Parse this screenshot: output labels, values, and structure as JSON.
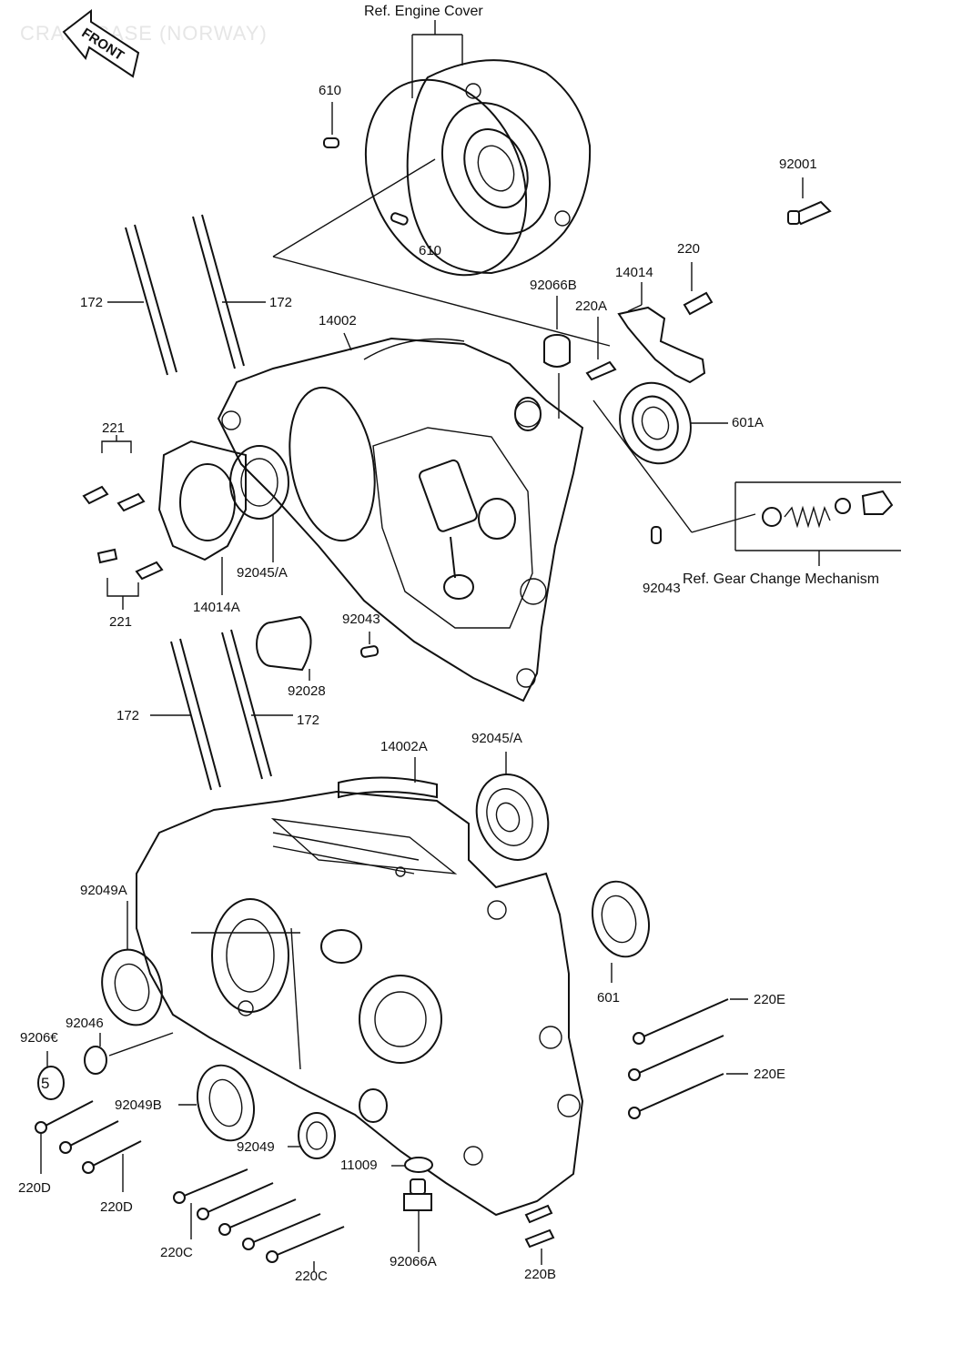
{
  "watermark": "CRANKCASE (NORWAY)",
  "front_arrow": {
    "label": "FRONT",
    "icon": "front-arrow-icon"
  },
  "references": {
    "engine_cover": "Ref. Engine Cover",
    "gear_change": "Ref.  Gear Change Mechanism"
  },
  "part_labels": {
    "p610a": "610",
    "p610b": "610",
    "p92001": "92001",
    "p220": "220",
    "p14014": "14014",
    "p92066b": "92066B",
    "p220a": "220A",
    "p172a": "172",
    "p172b": "172",
    "p14002": "14002",
    "p601a": "601A",
    "p221a": "221",
    "p221b": "221",
    "p92045a_upper": "92045/A",
    "p14014a": "14014A",
    "p92043a": "92043",
    "p92043b": "92043",
    "p92028": "92028",
    "p172c": "172",
    "p172d": "172",
    "p14002a": "14002A",
    "p92045a_lower": "92045/A",
    "p92049a": "92049A",
    "p601": "601",
    "p92046": "92046",
    "p92066c": "9206€",
    "p220e_a": "220E",
    "p220e_b": "220E",
    "p92049b": "92049B",
    "p92049": "92049",
    "p11009": "11009",
    "p220d_a": "220D",
    "p220d_b": "220D",
    "p220c_a": "220C",
    "p220c_b": "220C",
    "p92066a": "92066A",
    "p220b": "220B"
  }
}
